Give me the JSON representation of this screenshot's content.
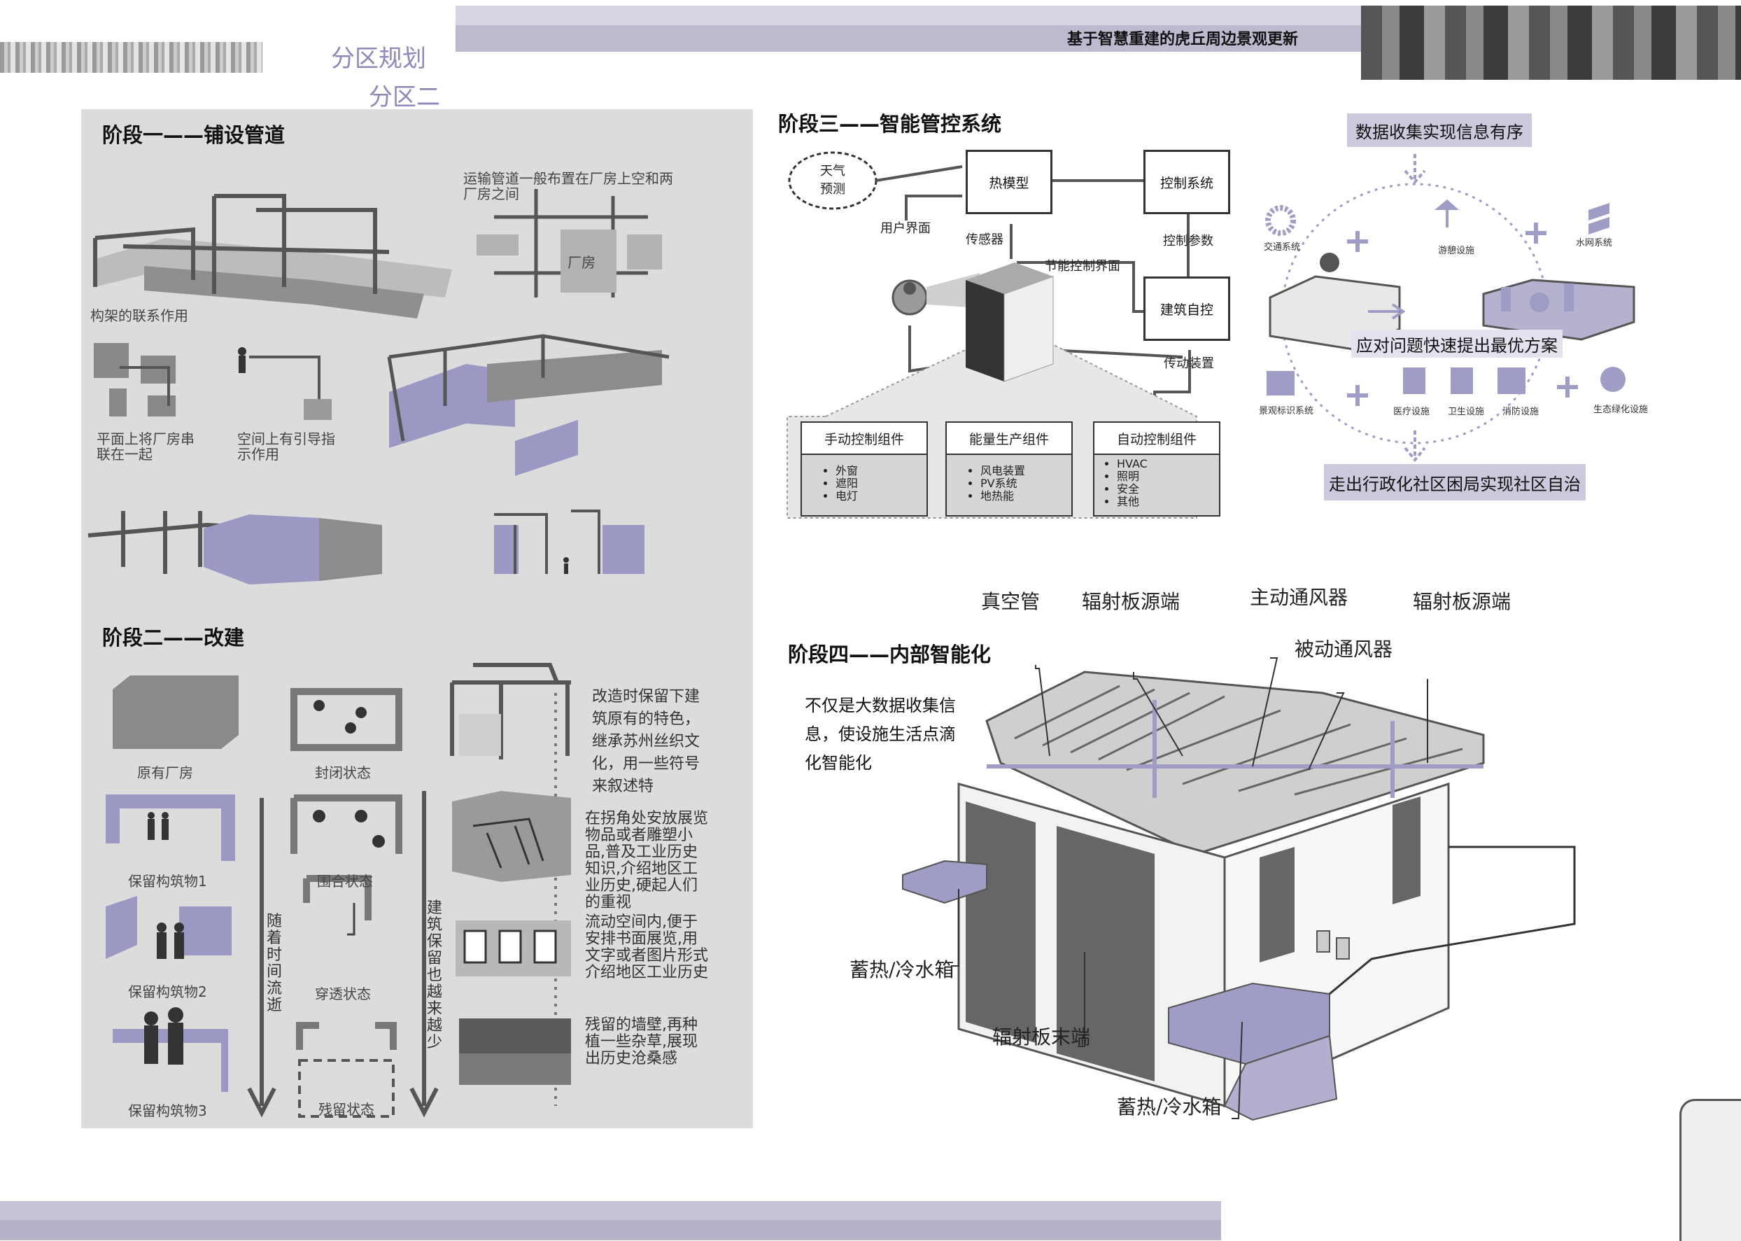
{
  "header": {
    "title": "基于智慧重建的虎丘周边景观更新",
    "zone_title": "分区规划",
    "zone_sub": "分区二"
  },
  "stage1": {
    "title": "阶段一——铺设管道",
    "note": "运输管道一般布置在厂房上空和两厂房之间",
    "factory": "厂房",
    "frame_link": "构架的联系作用",
    "plan_note": "平面上将厂房串联在一起",
    "space_note": "空间上有引导指示作用"
  },
  "stage2": {
    "title": "阶段二——改建",
    "items": {
      "original": "原有厂房",
      "keep1": "保留构筑物1",
      "keep2": "保留构筑物2",
      "keep3": "保留构筑物3",
      "closed": "封闭状态",
      "half": "围合状态",
      "through": "穿透状态",
      "remain": "残留状态"
    },
    "arrow1": "随着时间流逝",
    "arrow2": "建筑保留也越来越少",
    "desc1": "改造时保留下建筑原有的特色，继承苏州丝织文化，用一些符号来叙述特",
    "desc2": "在拐角处安放展览物品或者雕塑小品,普及工业历史知识,介绍地区工业历史,硬起人们的重视",
    "desc3": "流动空间内,便于安排书面展览,用文字或者图片形式介绍地区工业历史",
    "desc4": "残留的墙壁,再种植一些杂草,展现出历史沧桑感"
  },
  "stage3": {
    "title": "阶段三——智能管控系统",
    "weather": "天气预测",
    "thermal": "热模型",
    "control_sys": "控制系统",
    "ctrl_param": "控制参数",
    "building_ctrl": "建筑自控",
    "user_if": "用户界面",
    "sensor": "传感器",
    "energy_if": "节能控制界面",
    "actuator": "传动装置",
    "comp1": {
      "title": "手动控制组件",
      "items": [
        "外窗",
        "遮阳",
        "电灯"
      ]
    },
    "comp2": {
      "title": "能量生产组件",
      "items": [
        "风电装置",
        "PV系统",
        "地热能"
      ]
    },
    "comp3": {
      "title": "自动控制组件",
      "items": [
        "HVAC",
        "照明",
        "安全",
        "其他"
      ]
    }
  },
  "cycle": {
    "top": "数据收集实现信息有序",
    "mid": "应对问题快速提出最优方案",
    "bottom": "走出行政化社区困局实现社区自治",
    "icons": [
      "交通系统",
      "游憩设施",
      "水网系统",
      "景观标识系统",
      "医疗设施",
      "卫生设施",
      "消防设施",
      "生态绿化设施"
    ]
  },
  "stage4": {
    "title": "阶段四——内部智能化",
    "desc": "不仅是大数据收集信息，使设施生活点滴化智能化",
    "labels": {
      "vacuum": "真空管",
      "rad_src1": "辐射板源端",
      "active_vent": "主动通风器",
      "rad_src2": "辐射板源端",
      "passive_vent": "被动通风器",
      "tank1": "蓄热/冷水箱",
      "rad_end": "辐射板末端",
      "tank2": "蓄热/冷水箱"
    }
  },
  "colors": {
    "accent_purple": "#9f9cc6",
    "panel_gray": "#dcdcdc",
    "band": "#d7d5e2"
  }
}
